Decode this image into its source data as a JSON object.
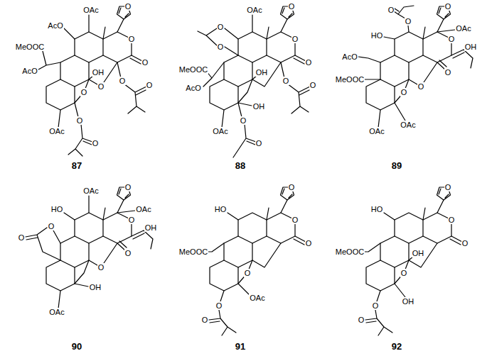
{
  "diagram": {
    "labels": [
      "OAc",
      "AcO",
      "MeOOC",
      "AcO",
      "OH",
      "O",
      "O",
      "O",
      "O",
      "O",
      "O",
      "OAc",
      "O",
      "O",
      "O",
      "87",
      "OAc",
      "O",
      "O",
      "MeOOC",
      "AcO",
      "OH",
      "O",
      "O",
      "O",
      "O",
      "OH",
      "OAc",
      "O",
      "O",
      "O",
      "88",
      "O",
      "O",
      "OAc",
      "HO",
      "AcO",
      "MeOOC",
      "OH",
      "O",
      "O",
      "O",
      "O",
      "OAc",
      "OAc",
      "O",
      "89",
      "OAc",
      "HO",
      "OAc",
      "O",
      "O",
      "OH",
      "O",
      "O",
      "O",
      "OAc",
      "OH",
      "O",
      "90",
      "HO",
      "MeOOC",
      "O",
      "OAc",
      "O",
      "O",
      "O",
      "O",
      "O",
      "91",
      "HO",
      "MeOOC",
      "OH",
      "O",
      "O",
      "O",
      "OH",
      "O",
      "O",
      "O",
      "92"
    ]
  }
}
